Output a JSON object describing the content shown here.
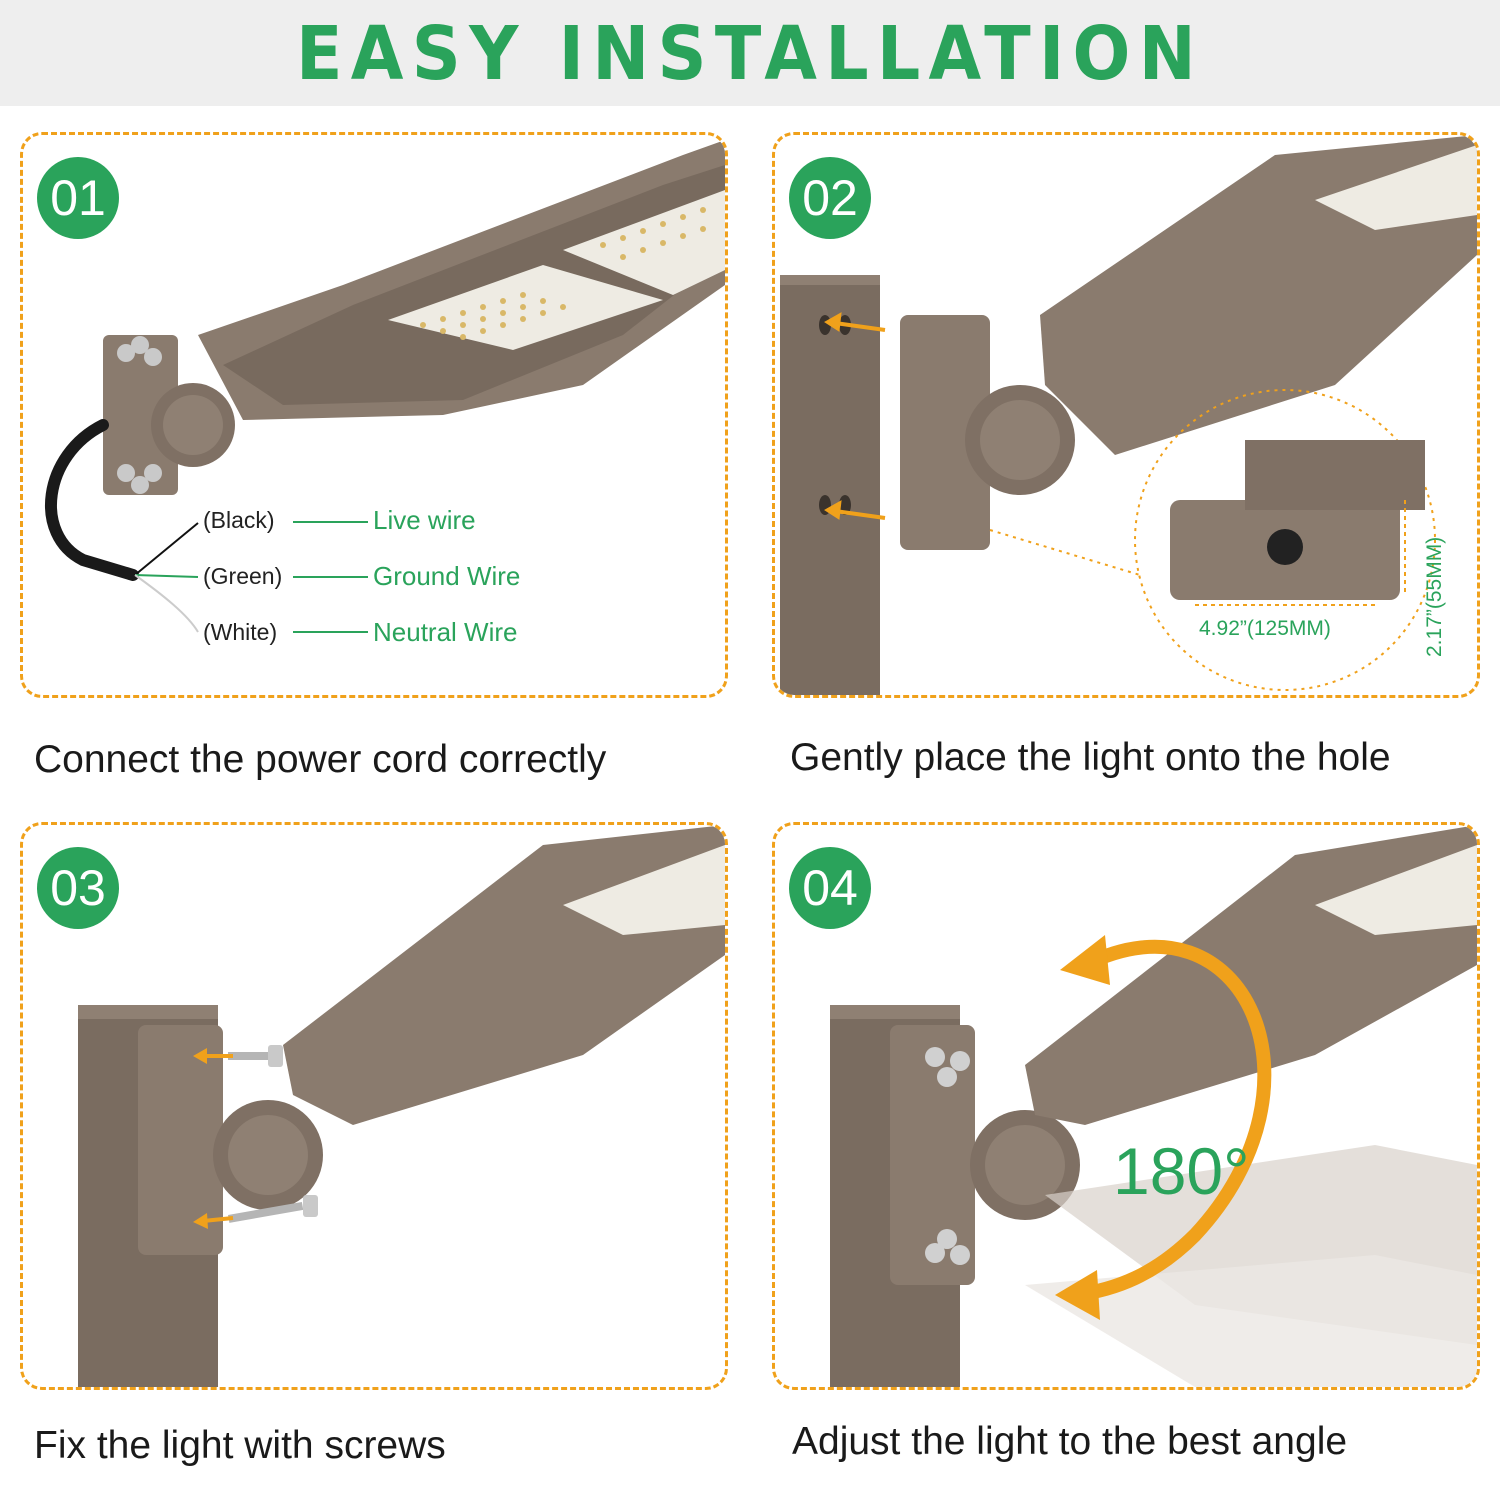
{
  "title": "EASY INSTALLATION",
  "colors": {
    "accent_green": "#2aa35b",
    "dashed_border": "#f0a11b",
    "fixture_bronze": "#8a7b6e"
  },
  "steps": [
    {
      "number": "01",
      "caption": "Connect the power cord correctly"
    },
    {
      "number": "02",
      "caption": "Gently place the light onto the hole"
    },
    {
      "number": "03",
      "caption": "Fix the light with screws"
    },
    {
      "number": "04",
      "caption": "Adjust the light to the best angle"
    }
  ],
  "wires": [
    {
      "color_label": "(Black)",
      "name": "Live wire"
    },
    {
      "color_label": "(Green)",
      "name": "Ground Wire"
    },
    {
      "color_label": "(White)",
      "name": "Neutral Wire"
    }
  ],
  "dimensions": {
    "width": "4.92”(125MM)",
    "height": "2.17”(55MM)"
  },
  "rotation_label": "180°"
}
